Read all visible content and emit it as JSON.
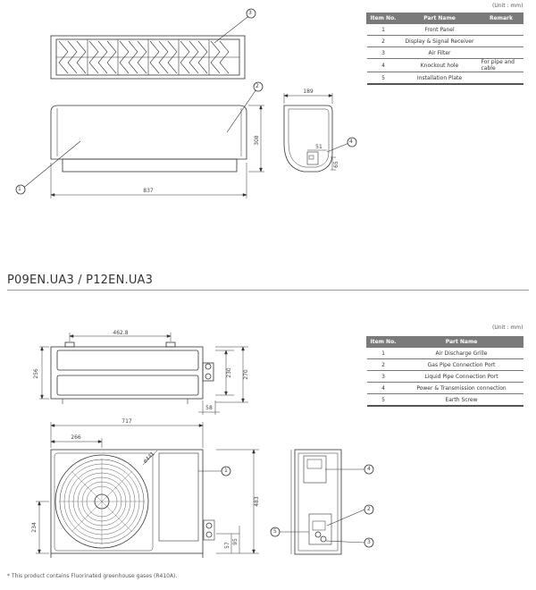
{
  "indoor": {
    "unit_label": "(Unit : mm)",
    "table": {
      "headers": [
        "Item No.",
        "Part Name",
        "Remark"
      ],
      "rows": [
        {
          "no": "1",
          "name": "Front Panel",
          "remark": ""
        },
        {
          "no": "2",
          "name": "Display & Signal Receiver",
          "remark": ""
        },
        {
          "no": "3",
          "name": "Air Filter",
          "remark": ""
        },
        {
          "no": "4",
          "name": "Knockout hole",
          "remark": "For pipe and cable"
        },
        {
          "no": "5",
          "name": "Installation Plate",
          "remark": ""
        }
      ]
    },
    "dims": {
      "width": "837",
      "height": "308",
      "depth": "189",
      "side_a": "51",
      "side_b": "65"
    },
    "callouts": [
      "1",
      "2",
      "3",
      "4"
    ]
  },
  "model_title": "P09EN.UA3 / P12EN.UA3",
  "outdoor": {
    "unit_label": "(Unit : mm)",
    "table": {
      "headers": [
        "Item No.",
        "Part Name"
      ],
      "rows": [
        {
          "no": "1",
          "name": "Air Discharge Grille"
        },
        {
          "no": "2",
          "name": "Gas Pipe Connection Port"
        },
        {
          "no": "3",
          "name": "Liquid Pipe Connection Port"
        },
        {
          "no": "4",
          "name": "Power & Transmission connection"
        },
        {
          "no": "5",
          "name": "Earth Screw"
        }
      ]
    },
    "dims": {
      "top_width": "462.8",
      "top_depth": "256",
      "top_depth_inner": "230",
      "top_height": "270",
      "top_small": "58",
      "front_width": "717",
      "front_offset": "266",
      "fan_dia": "ø441",
      "front_height": "483",
      "front_left": "234",
      "front_b1": "57",
      "front_b2": "95"
    },
    "callouts": [
      "1",
      "2",
      "3",
      "4",
      "5"
    ]
  },
  "footnote": "* This product contains Fluorinated greenhouse gases (R410A)."
}
